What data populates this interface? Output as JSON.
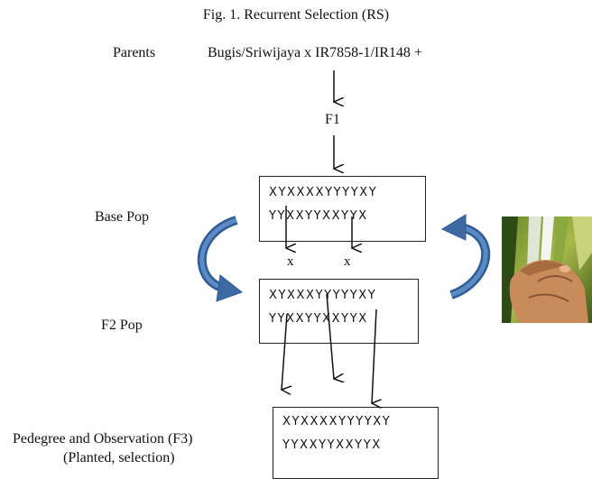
{
  "title": "Fig. 1. Recurrent Selection (RS)",
  "parents": {
    "label": "Parents",
    "cross": "Bugis/Sriwijaya x IR7858-1/IR148 +"
  },
  "f1_label": "F1",
  "base_pop": {
    "label": "Base Pop",
    "row1": "XYXXXXYYYYXY",
    "row2": "YYXXYYXXYYX"
  },
  "cross_marks": [
    "x",
    "x"
  ],
  "f2_pop": {
    "label": "F2 Pop",
    "row1": "XYXXXYYYYYXY",
    "row2": "YYXXYYXXYYX"
  },
  "f3": {
    "label_line1": "Pedegree and Observation (F3)",
    "label_line2": "(Planted, selection)",
    "row1": "XYXXXXYYYYXY",
    "row2": "YYXXYYXXYYX"
  },
  "colors": {
    "cycle_arrow": "#3d6aa3",
    "arrow_line": "#111111"
  },
  "icons": [
    "rice-pollination-photo"
  ]
}
